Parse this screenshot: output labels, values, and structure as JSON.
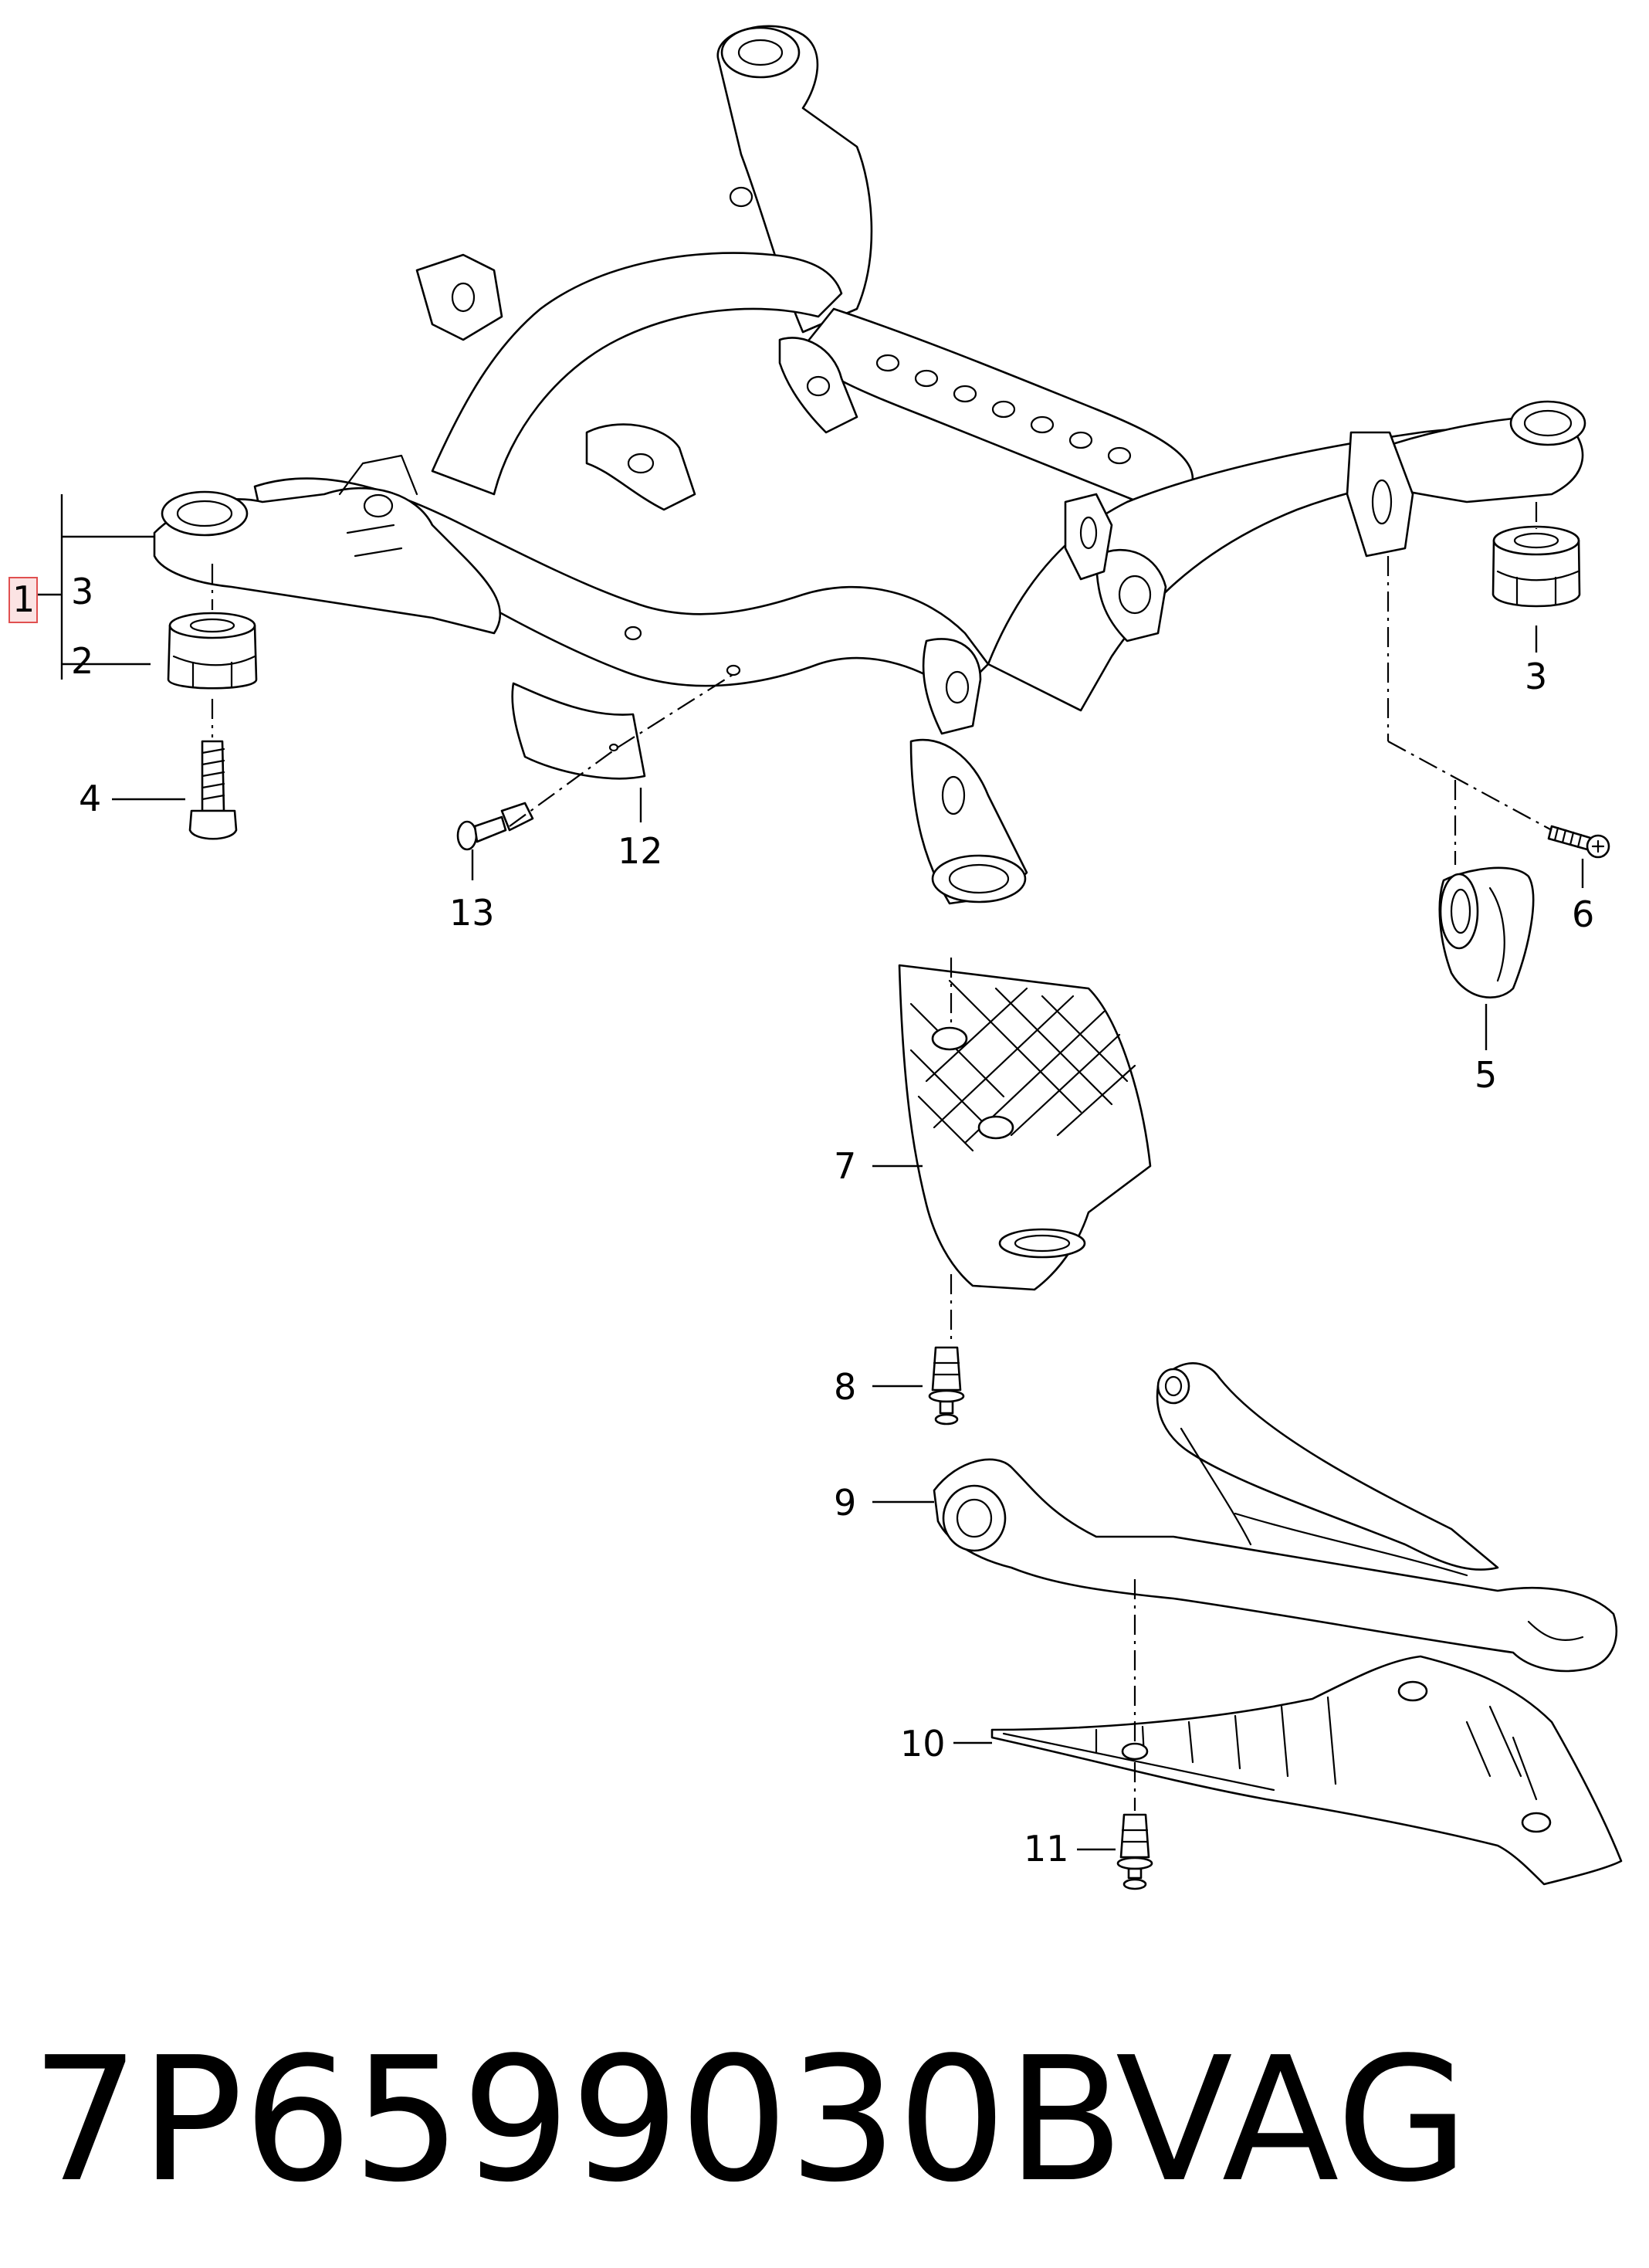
{
  "callouts": {
    "c1": "1",
    "c2": "2",
    "c3a": "3",
    "c3b": "3",
    "c4": "4",
    "c5": "5",
    "c6": "6",
    "c7": "7",
    "c8": "8",
    "c9": "9",
    "c10": "10",
    "c11": "11",
    "c12": "12",
    "c13": "13"
  },
  "caption": {
    "part_number": "7P6599030B",
    "brand": "VAG"
  },
  "colors": {
    "line": "#000000",
    "background": "#ffffff",
    "highlight": "#e05050",
    "highlight_fill": "#fbe3e3"
  }
}
